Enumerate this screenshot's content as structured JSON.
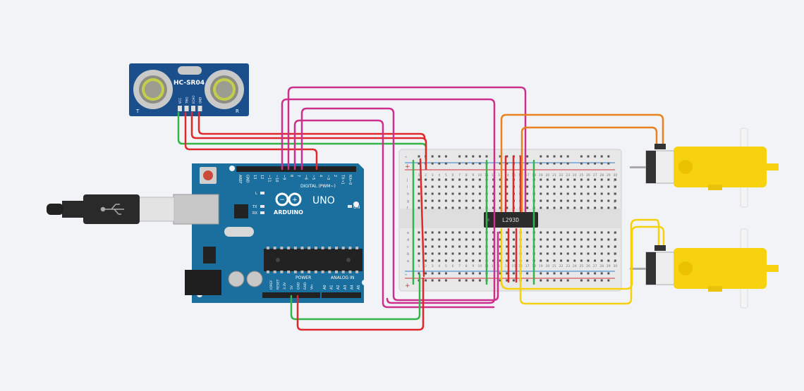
{
  "sensor": {
    "label": "HC-SR04",
    "pins": [
      "VCC",
      "TRIG",
      "ECHO",
      "GND"
    ],
    "left_mark": "T",
    "right_mark": "R"
  },
  "arduino": {
    "logo": "ARDUINO",
    "model": "UNO",
    "on_label": "ON",
    "led_l": "L",
    "led_tx": "TX",
    "led_rx": "RX",
    "digital_label": "DIGITAL (PWM~)",
    "digital_pins": [
      "AREF",
      "GND",
      "13",
      "12",
      "~11",
      "~10",
      "~9",
      "8",
      "7",
      "~6",
      "~5",
      "4",
      "~3",
      "2",
      "TX→1",
      "RX←0"
    ],
    "power_label": "POWER",
    "power_pins": [
      "IOREF",
      "RESET",
      "3.3V",
      "5V",
      "GND",
      "GND",
      "Vin"
    ],
    "analog_label": "ANALOG IN",
    "analog_pins": [
      "A0",
      "A1",
      "A2",
      "A3",
      "A4",
      "A5"
    ]
  },
  "breadboard": {
    "top_rows": [
      "j",
      "i",
      "h",
      "g",
      "f"
    ],
    "bottom_rows": [
      "e",
      "d",
      "c",
      "b",
      "a"
    ],
    "columns": [
      "1",
      "2",
      "3",
      "4",
      "5",
      "6",
      "7",
      "8",
      "9",
      "10",
      "11",
      "12",
      "13",
      "14",
      "15",
      "16",
      "17",
      "18",
      "19",
      "20",
      "21",
      "22",
      "23",
      "24",
      "25",
      "26",
      "27",
      "28",
      "29",
      "30"
    ],
    "rail_plus": "+",
    "rail_minus": "-"
  },
  "ic": {
    "label": "L293D"
  },
  "colors": {
    "red": "#e0282a",
    "green": "#33b54a",
    "magenta": "#cc2f8c",
    "orange": "#e8821e",
    "yellow": "#f5d10e",
    "board_blue": "#1b6f9e",
    "sensor_blue": "#1a4f8c",
    "motor_yellow": "#f6d20f"
  },
  "icons": {
    "usb": "usb-icon"
  }
}
